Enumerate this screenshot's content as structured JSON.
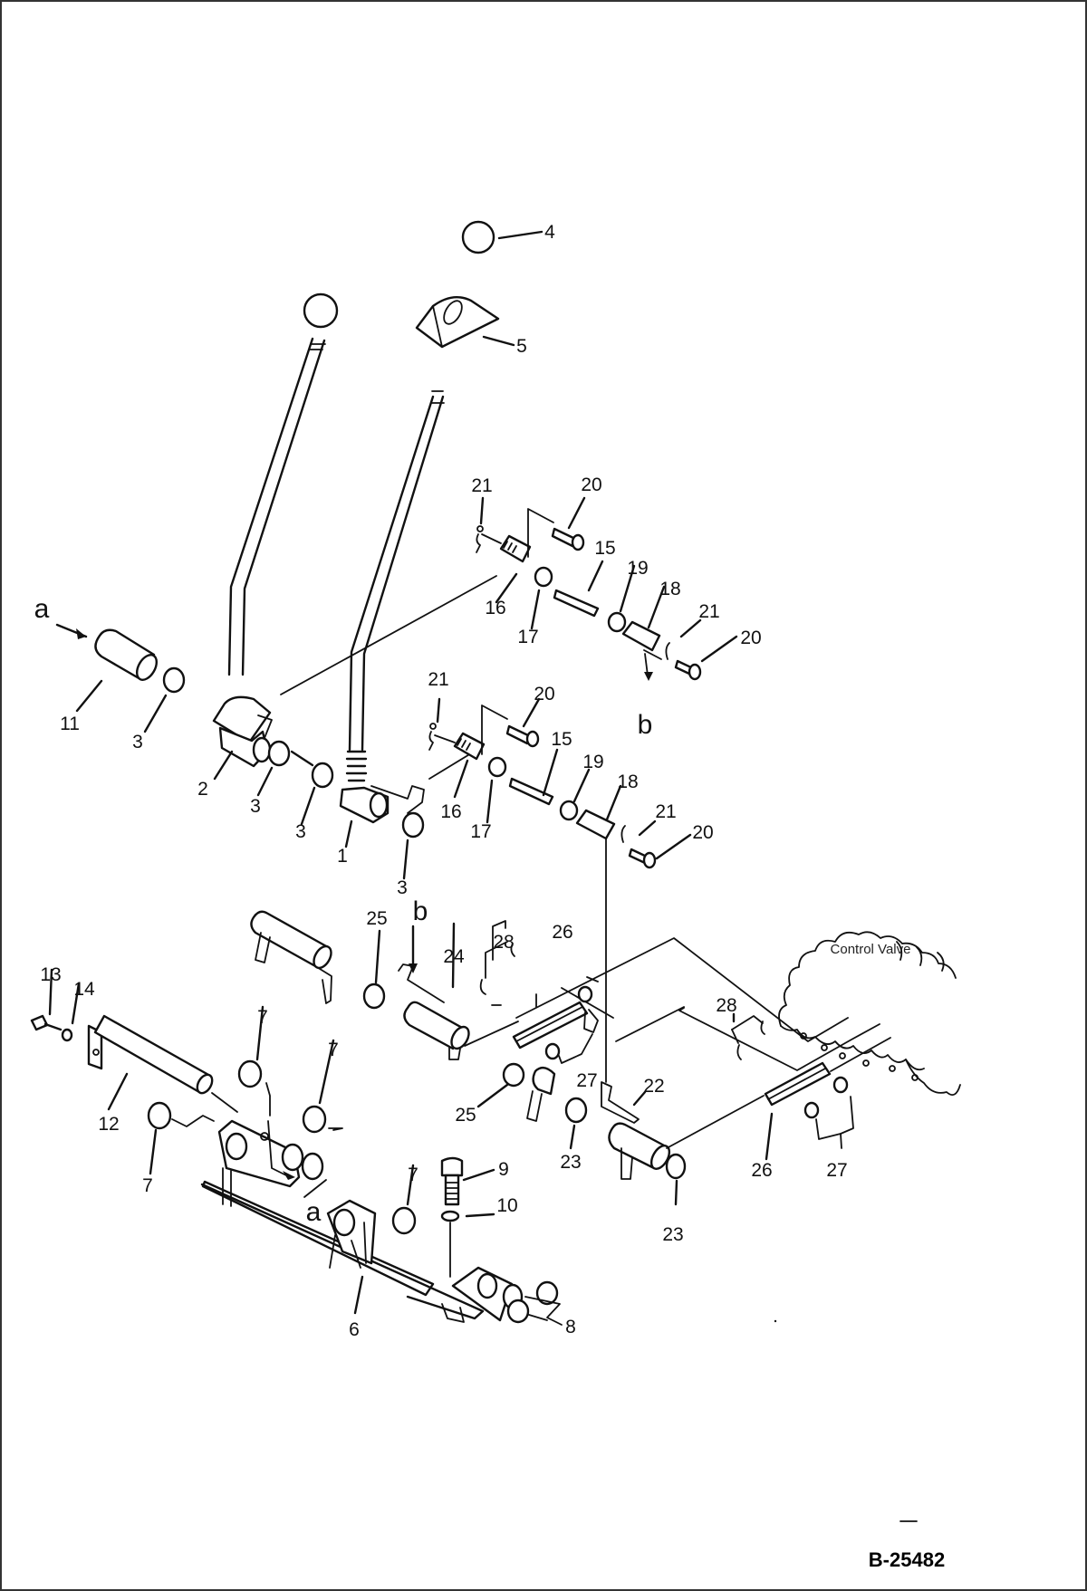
{
  "diagram": {
    "title": "Control lever linkage parts breakdown",
    "drawing_code": "B-25482",
    "annotation_control_valve": "Control Valve",
    "reference_marks": {
      "a": "a",
      "b": "b"
    },
    "callouts": {
      "c1": "1",
      "c2": "2",
      "c3a": "3",
      "c3b": "3",
      "c3c": "3",
      "c3d": "3",
      "c4": "4",
      "c5": "5",
      "c6": "6",
      "c7a": "7",
      "c7b": "7",
      "c7c": "7",
      "c7d": "7",
      "c8": "8",
      "c9": "9",
      "c10": "10",
      "c11": "11",
      "c12": "12",
      "c13": "13",
      "c14": "14",
      "c15a": "15",
      "c15b": "15",
      "c16a": "16",
      "c16b": "16",
      "c17a": "17",
      "c17b": "17",
      "c18a": "18",
      "c18b": "18",
      "c19a": "19",
      "c19b": "19",
      "c20a": "20",
      "c20b": "20",
      "c20c": "20",
      "c20d": "20",
      "c21a": "21",
      "c21b": "21",
      "c21c": "21",
      "c21d": "21",
      "c22": "22",
      "c23a": "23",
      "c23b": "23",
      "c24": "24",
      "c25a": "25",
      "c25b": "25",
      "c26a": "26",
      "c26b": "26",
      "c27a": "27",
      "c27b": "27",
      "c28a": "28",
      "c28b": "28"
    }
  }
}
